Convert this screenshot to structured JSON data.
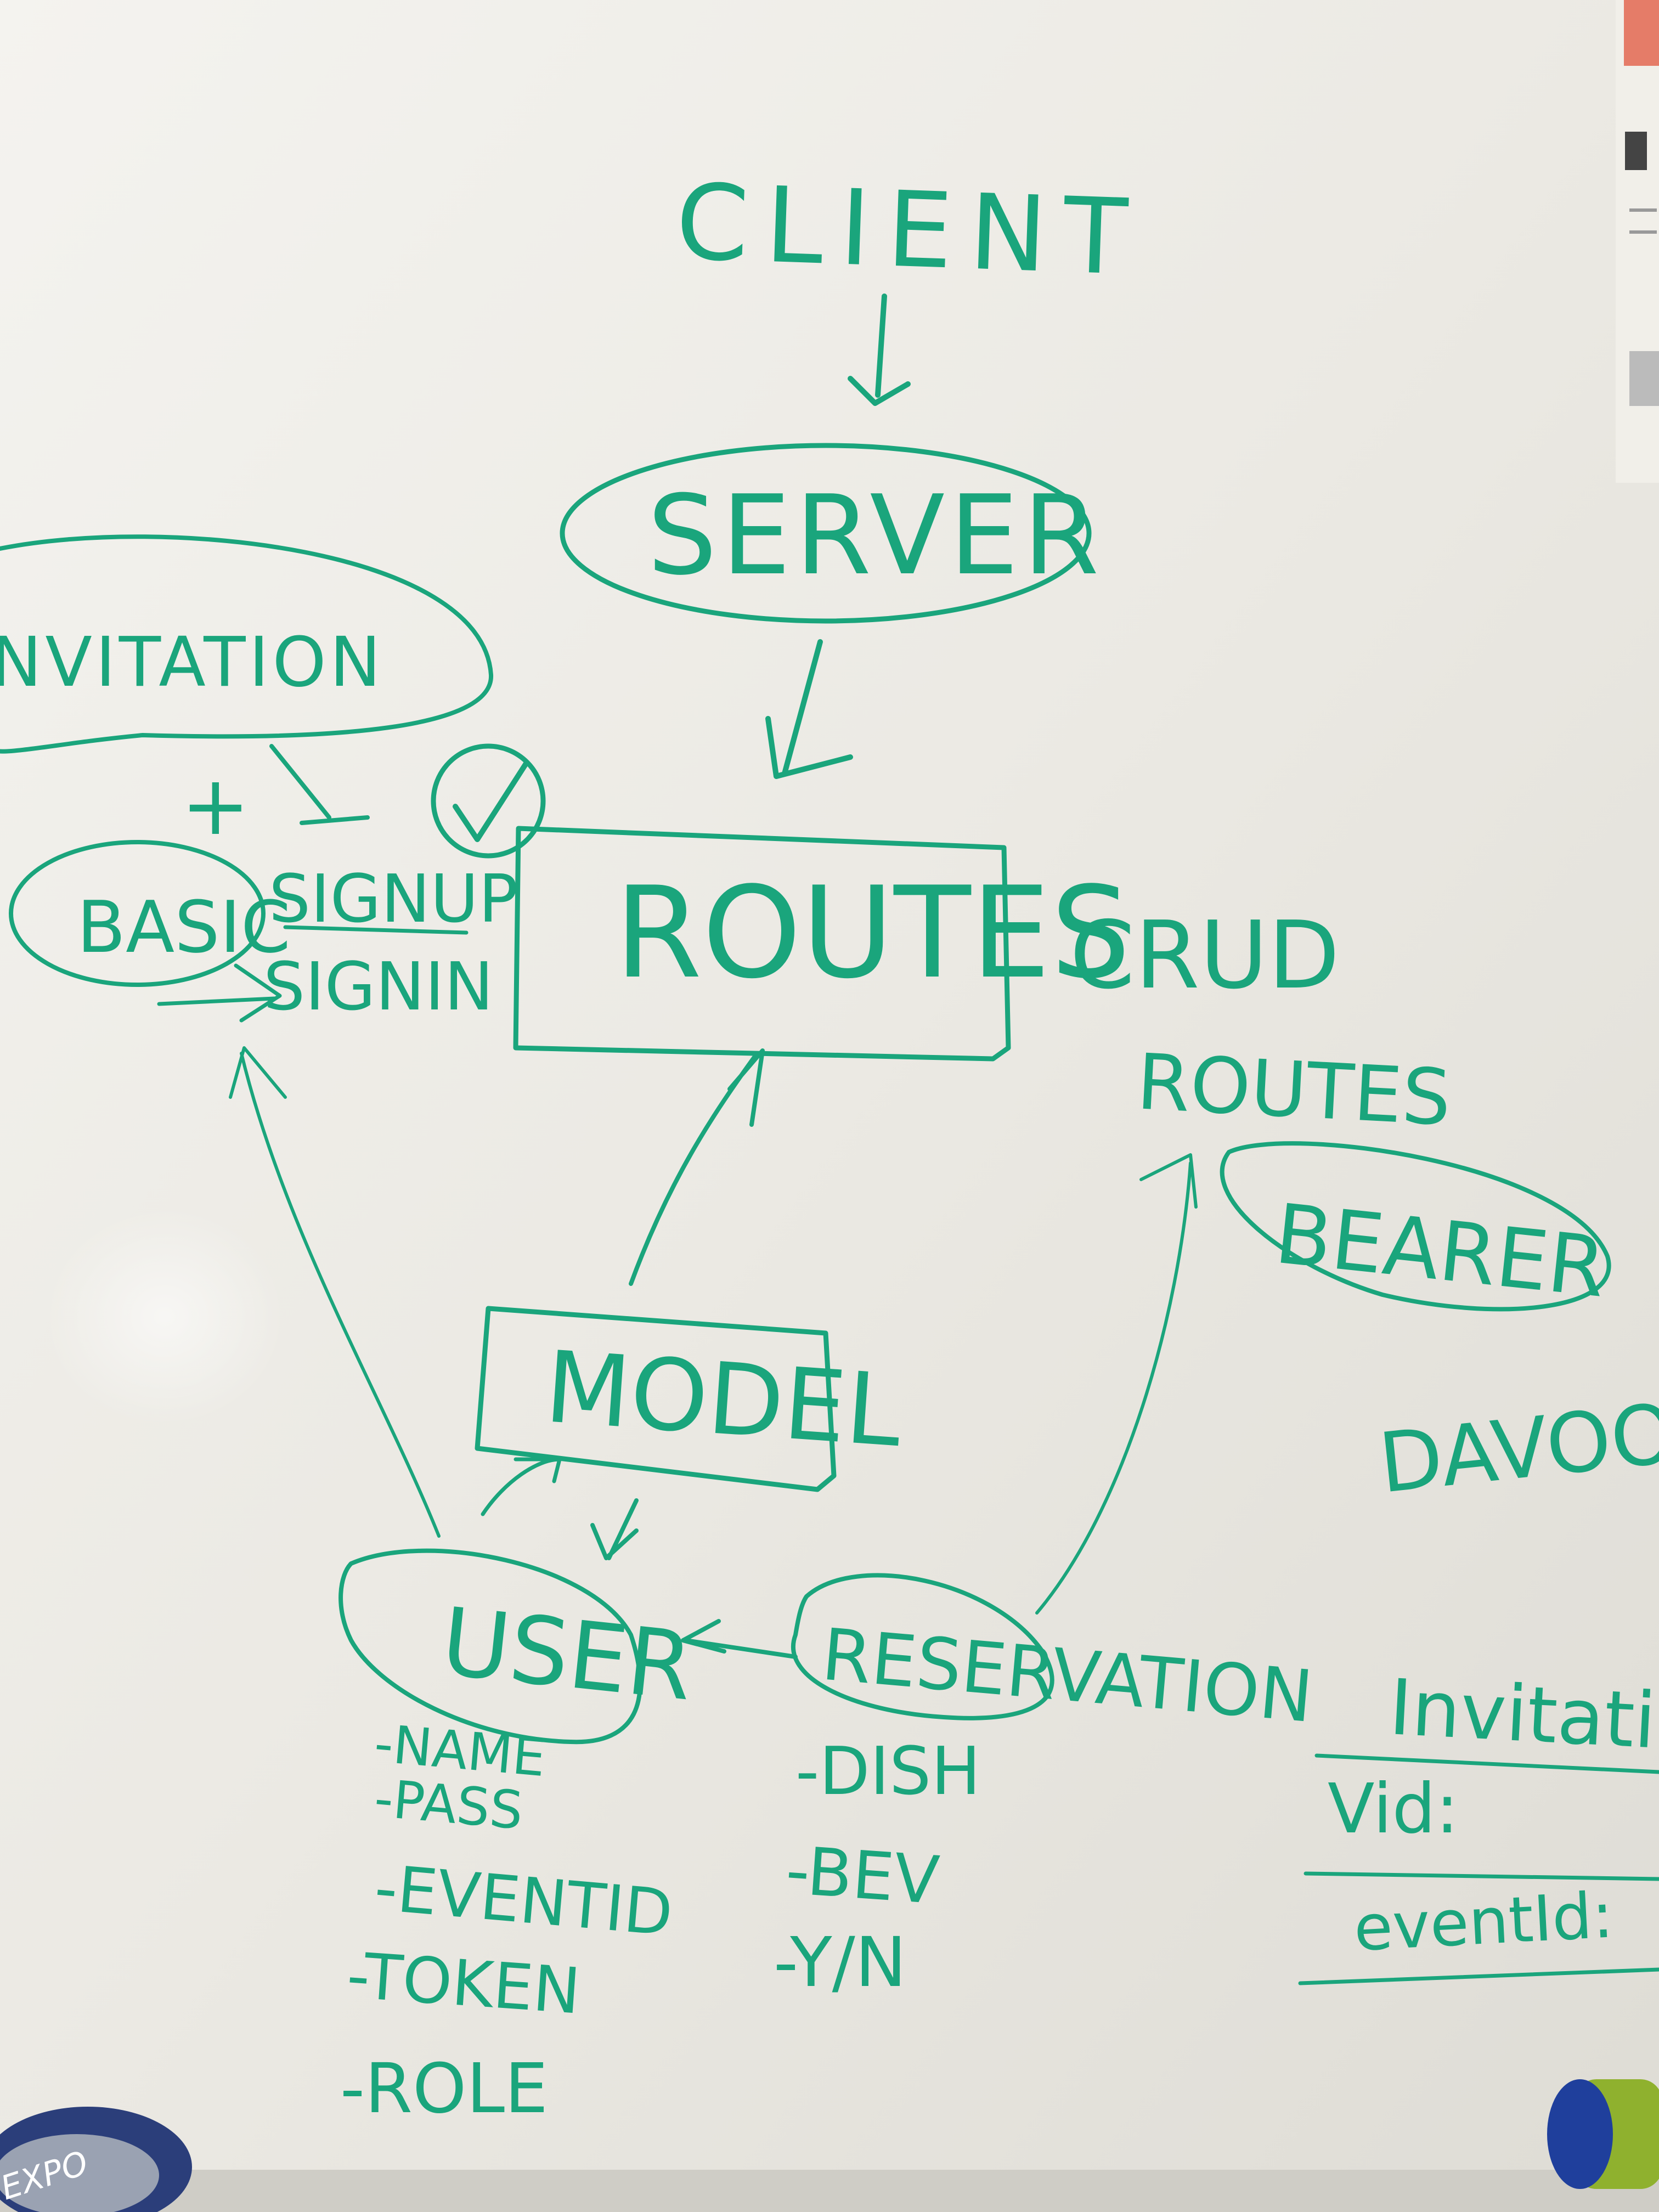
{
  "board": {
    "marker_color": "#1aa57c",
    "surface_color": "#e9e7e1",
    "nodes": {
      "client": "CLIENT",
      "server": "SERVER",
      "routes": "ROUTES",
      "invitation": "INVITATION",
      "basic": "BASIC",
      "signup": "SIGNUP",
      "signin": "SIGNIN",
      "crud": "CRUD",
      "crud_routes": "ROUTES",
      "bearer": "BEARER",
      "model": "MODEL",
      "user": "USER",
      "reservation": "RESERVATION",
      "davool": "DAVOOL",
      "plus": "+"
    },
    "user_fields": [
      "-NAME",
      "-PASS",
      "-EVENTID",
      "-TOKEN",
      "-ROLE"
    ],
    "reservation_fields": [
      "-DISH",
      "-BEV",
      "-Y/N"
    ],
    "invitation_table": {
      "title": "Invitation",
      "rows": [
        "Vid:",
        "eventId:"
      ]
    },
    "marker_brand": "EXPO"
  }
}
